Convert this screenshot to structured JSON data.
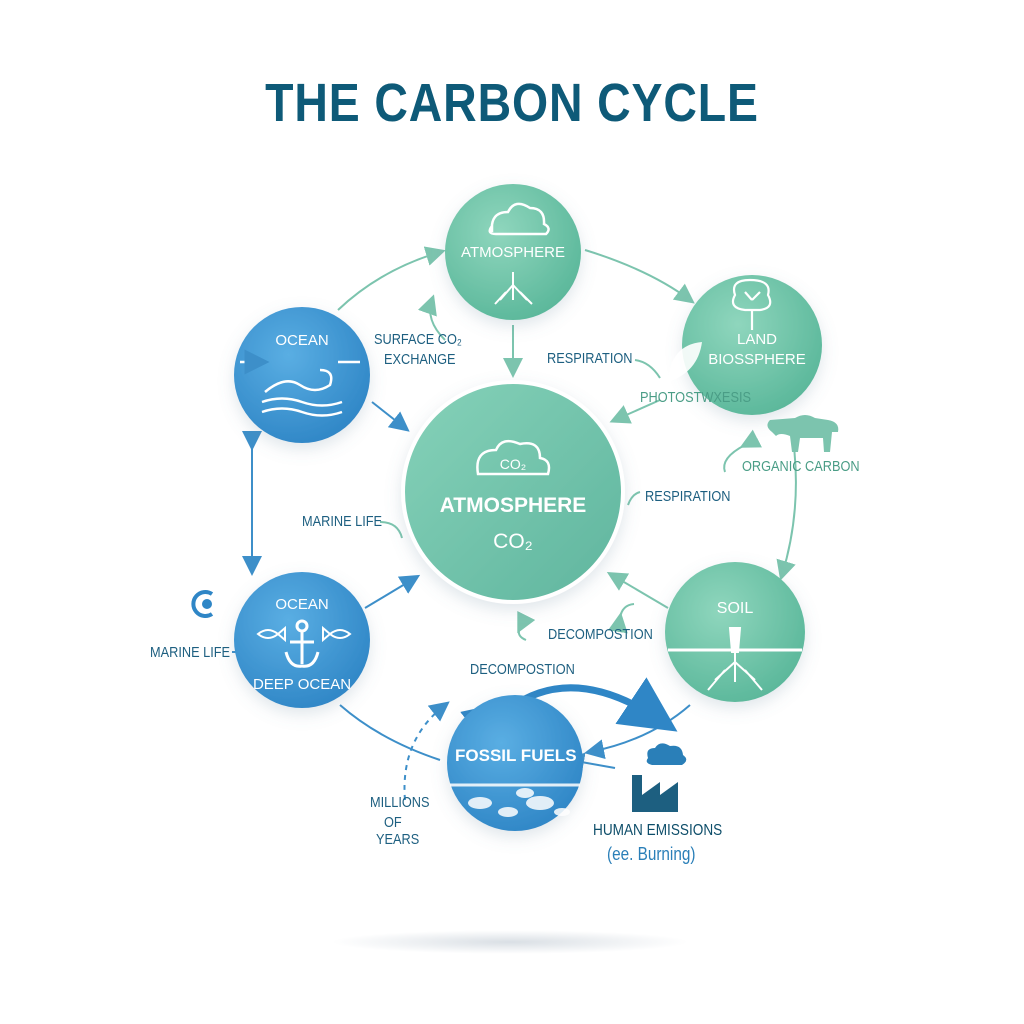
{
  "title": "THE CARBON CYCLE",
  "nodes": {
    "atmosphere_top": "ATMOSPHERE",
    "ocean_surface": "OCEAN",
    "land": "LAND BIOSSPHERE",
    "center_line1": "ATMOSPHERE",
    "center_line2": "CO₂",
    "center_cloud": "CO₂",
    "soil": "SOIL",
    "ocean_deep_top": "OCEAN",
    "ocean_deep_bottom": "DEEP OCEAN",
    "fossil": "FOSSIL FUELS"
  },
  "labels": {
    "surface_exchange_1": "SURFACE CO₂",
    "surface_exchange_2": "EXCHANGE",
    "respiration_top": "RESPIRATION",
    "photosynthesis": "PHOTOSTWXESIS",
    "organic_carbon": "ORGANIC CARBON",
    "respiration_right": "RESPIRATION",
    "marine_life_mid": "MARINE LIFE",
    "marine_life_left": "MARINE LIFE",
    "decomposition_right": "DECOMPOSTION",
    "decomposition_low": "DECOMPOSTION",
    "millions": "MILLIONS",
    "of": "OF",
    "years": "YEARS",
    "human_emissions": "HUMAN EMISSIONS",
    "burning": "(ee. Burning)"
  },
  "colors": {
    "title": "#0e5a78",
    "green_node": "#6cc3a6",
    "blue_node": "#3a93d4",
    "arrow_green": "#7cc4ae",
    "arrow_blue": "#3d8fc9"
  },
  "icons": [
    "cloud-icon",
    "tree-icon",
    "leaf-icon",
    "cow-icon",
    "wave-icon",
    "anchor-icon",
    "fish-icon",
    "roots-icon",
    "factory-icon",
    "moon-icon"
  ]
}
